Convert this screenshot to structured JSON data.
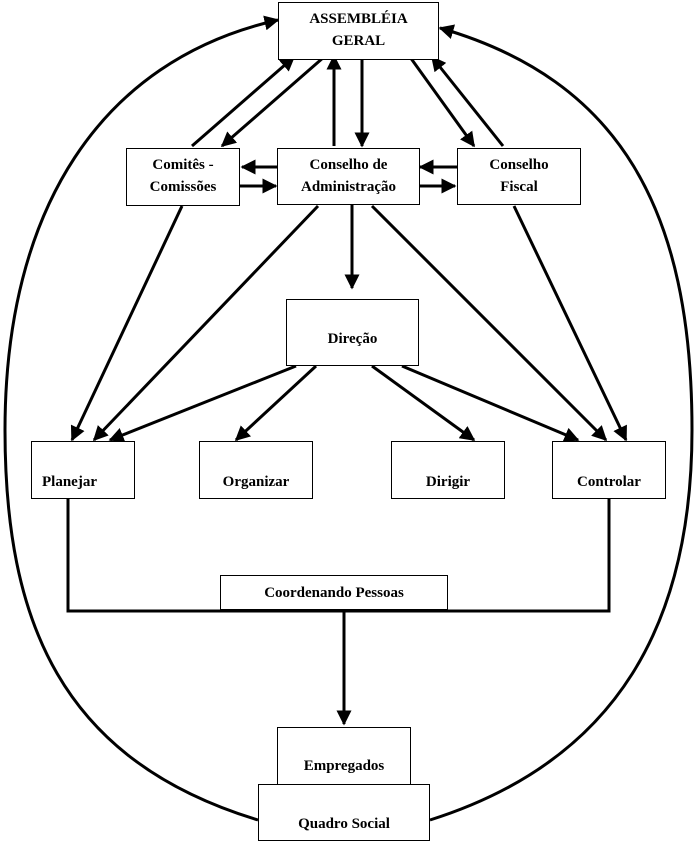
{
  "nodes": {
    "assembleia": "ASSEMBLÉIA\nGERAL",
    "comites": "Comitês -\nComissões",
    "conselho_admin": "Conselho de\nAdministração",
    "conselho_fiscal": "Conselho\nFiscal",
    "direcao": "Direção",
    "planejar": "Planejar",
    "organizar": "Organizar",
    "dirigir": "Dirigir",
    "controlar": "Controlar",
    "coordenando": "Coordenando Pessoas",
    "empregados": "Empregados",
    "quadro_social": "Quadro Social"
  },
  "colors": {
    "line": "#000000",
    "background": "#ffffff"
  }
}
